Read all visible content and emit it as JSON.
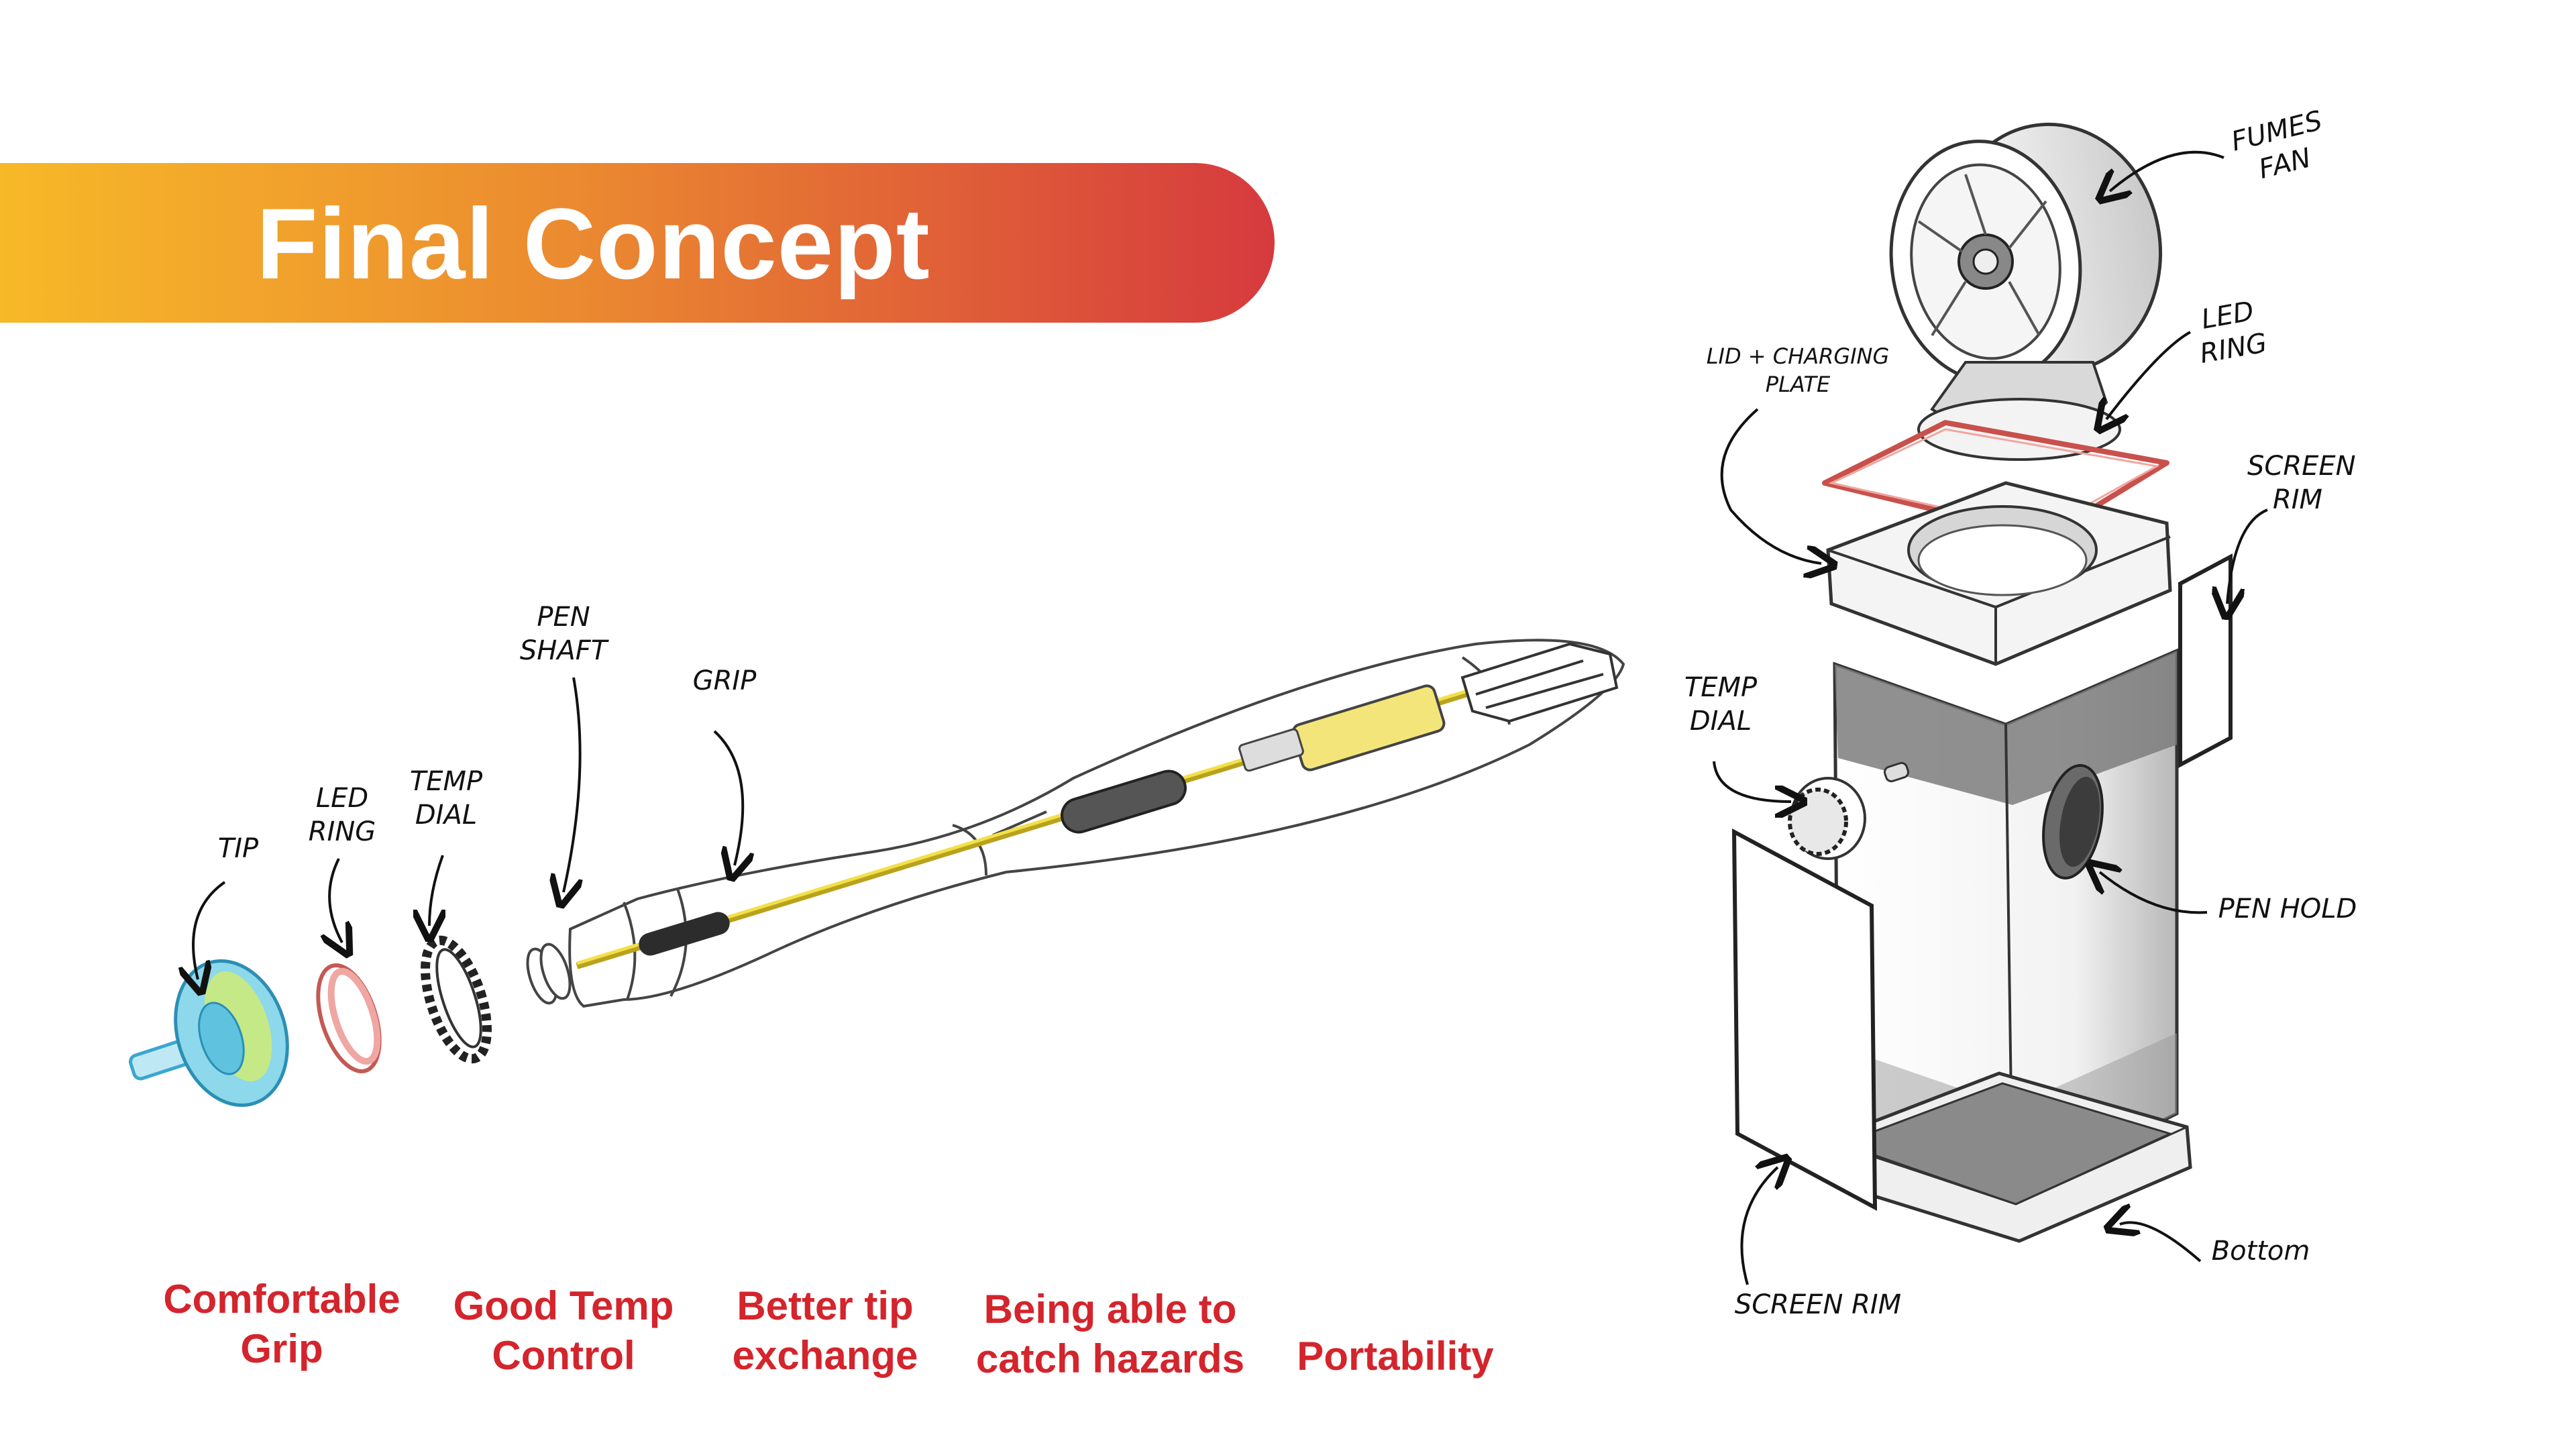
{
  "header": {
    "title": "Final Concept"
  },
  "features": [
    {
      "label": "Comfortable\nGrip"
    },
    {
      "label": "Good Temp\nControl"
    },
    {
      "label": "Better tip\nexchange"
    },
    {
      "label": "Being able to\ncatch hazards"
    },
    {
      "label": "Portability"
    }
  ],
  "pen_labels": {
    "tip": "TIP",
    "led_ring": "LED\nRING",
    "temp_dial": "TEMP\nDIAL",
    "pen_shaft": "PEN\nSHAFT",
    "grip": "GRIP"
  },
  "station_labels": {
    "fumes_fan": "FUMES\nFAN",
    "led_ring": "LED\nRING",
    "lid_plate": "LID + CHARGING\nPLATE",
    "screen_rim_top": "SCREEN\nRIM",
    "temp_dial": "TEMP\nDIAL",
    "pen_hold": "PEN HOLD",
    "bottom": "Bottom",
    "screen_rim_bottom": "SCREEN RIM"
  },
  "colors": {
    "banner_start": "#f7b928",
    "banner_end": "#d63a3e",
    "feature_text": "#d4242c",
    "shaft_yellow": "#f2e04a",
    "led_pink": "#e58a87",
    "tip_cyan": "#6cc9e6"
  }
}
